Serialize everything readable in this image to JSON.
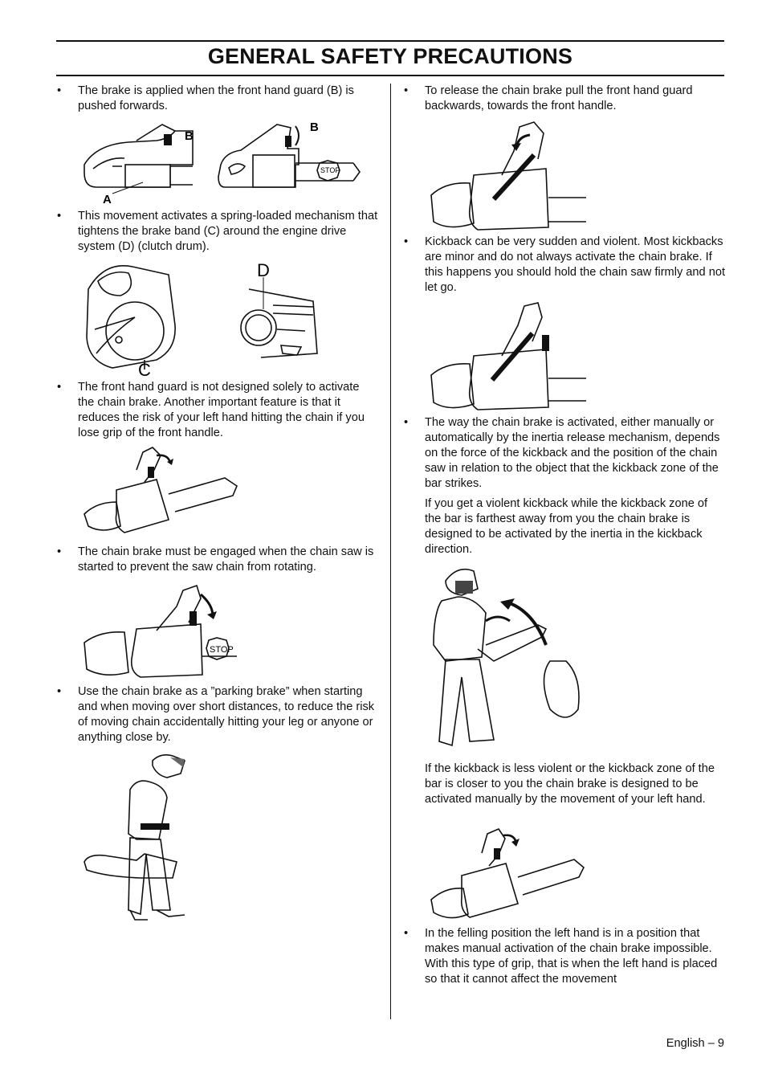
{
  "header": {
    "title": "GENERAL SAFETY PRECAUTIONS"
  },
  "left": {
    "b1": "The brake is applied when the front hand guard (B) is pushed forwards.",
    "fig1_labels": {
      "a": "A",
      "b1": "B",
      "b2": "B",
      "stop": "STOP"
    },
    "b2": "This movement activates a spring-loaded mechanism that tightens the brake band (C) around the engine drive system (D) (clutch drum).",
    "fig2_labels": {
      "c": "C",
      "d": "D"
    },
    "b3": "The front hand guard is not designed solely to activate the chain brake. Another important feature is that it reduces the risk of your left hand hitting the chain if you lose grip of the front handle.",
    "b4": "The chain brake must be engaged when the chain saw is started to prevent the saw chain from rotating.",
    "fig4_labels": {
      "stop": "STOP"
    },
    "b5": "Use the chain brake as a ”parking brake” when starting and when moving over short distances, to reduce the risk of moving chain accidentally hitting your leg or anyone or anything close by."
  },
  "right": {
    "b1": "To release the chain brake pull the front hand guard backwards, towards the front handle.",
    "b2": "Kickback can be very sudden and violent. Most kickbacks are minor and do not always activate the chain brake. If this happens you should hold the chain saw firmly and not let go.",
    "b3": "The way the chain brake is activated, either manually or automatically by the inertia release mechanism, depends on the force of the kickback and the position of the chain saw in relation to the object that the kickback zone of the bar strikes.",
    "p1": "If you get a violent kickback while the kickback zone of the bar is farthest away from you the chain brake is designed to be activated by the inertia in the kickback direction.",
    "p2": "If the kickback is less violent or the kickback zone of the bar is closer to you the chain brake is designed to be activated manually by the movement of your left hand.",
    "b4": "In the felling position the left hand is in a position that makes manual activation of the chain brake impossible. With this type of grip, that is when the left hand is placed so that it cannot affect the movement"
  },
  "bullet_char": "•",
  "footer": {
    "page": "English – 9"
  }
}
